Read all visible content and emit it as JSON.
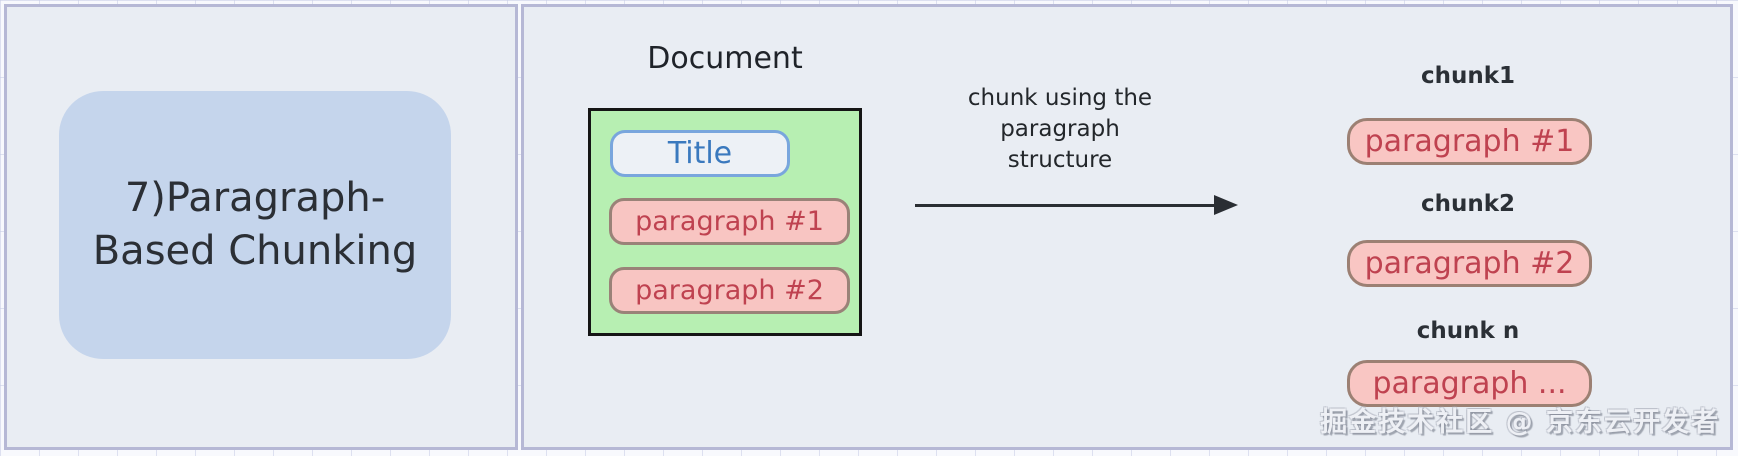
{
  "left_panel": {
    "title_line1": "7)Paragraph-",
    "title_line2": "Based Chunking"
  },
  "document": {
    "heading": "Document",
    "title_block": "Title",
    "paragraphs": [
      "paragraph #1",
      "paragraph #2"
    ]
  },
  "arrow": {
    "label": "chunk using the\nparagraph\nstructure"
  },
  "chunks": [
    {
      "name": "chunk1",
      "content": "paragraph #1"
    },
    {
      "name": "chunk2",
      "content": "paragraph #2"
    },
    {
      "name": "chunk n",
      "content": "paragraph ..."
    }
  ],
  "watermark": "掘金技术社区 @ 京东云开发者",
  "colors": {
    "panel_background": "#e9edf3",
    "panel_border": "#b6b8d5",
    "concept_box_fill": "#c5d5ec",
    "document_fill": "#b7efb2",
    "document_border": "#151515",
    "title_pill_fill": "#edf1f6",
    "title_pill_border": "#79a6dd",
    "title_text_color": "#3a79be",
    "paragraph_pill_fill": "#f8c5c2",
    "paragraph_pill_border": "#9a8278",
    "paragraph_text_color": "#bf4250",
    "arrow_color": "#2a2e33"
  }
}
